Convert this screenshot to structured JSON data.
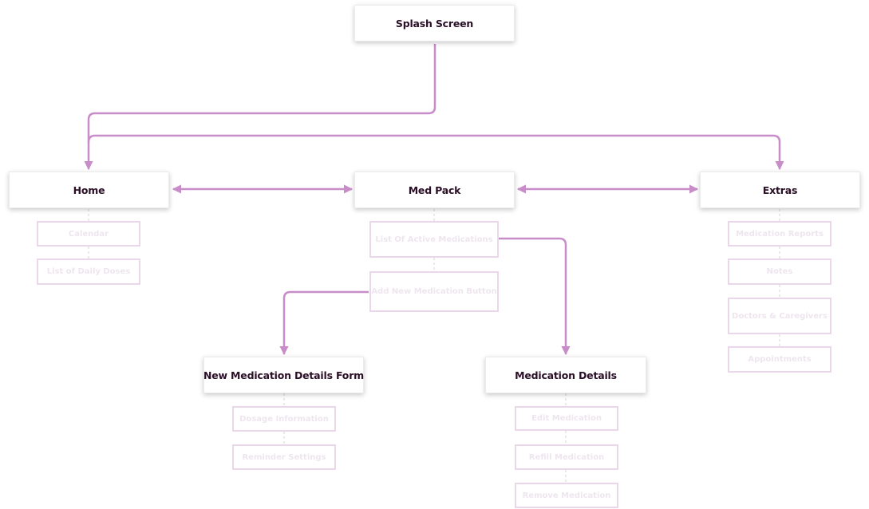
{
  "accent_color": "#c88cc8",
  "sub_text_color": "#eee6ee",
  "nodes": {
    "splash": "Splash Screen",
    "home": "Home",
    "med_pack": "Med Pack",
    "extras": "Extras",
    "new_med_form": "New Medication Details Form",
    "med_details": "Medication Details"
  },
  "sub_items": {
    "calendar": "Calendar",
    "daily_doses": "List of Daily Doses",
    "active_medications": "List Of Active Medications",
    "add_medication": "Add New Medication Button",
    "dosage_info": "Dosage Information",
    "reminder_settings": "Reminder Settings",
    "edit_medication": "Edit Medication",
    "refill_medication": "Refill Medication",
    "remove_medication": "Remove Medication",
    "medication_reports": "Medication Reports",
    "notes": "Notes",
    "doctors_caregivers": "Doctors & Caregivers",
    "appointments": "Appointments"
  }
}
